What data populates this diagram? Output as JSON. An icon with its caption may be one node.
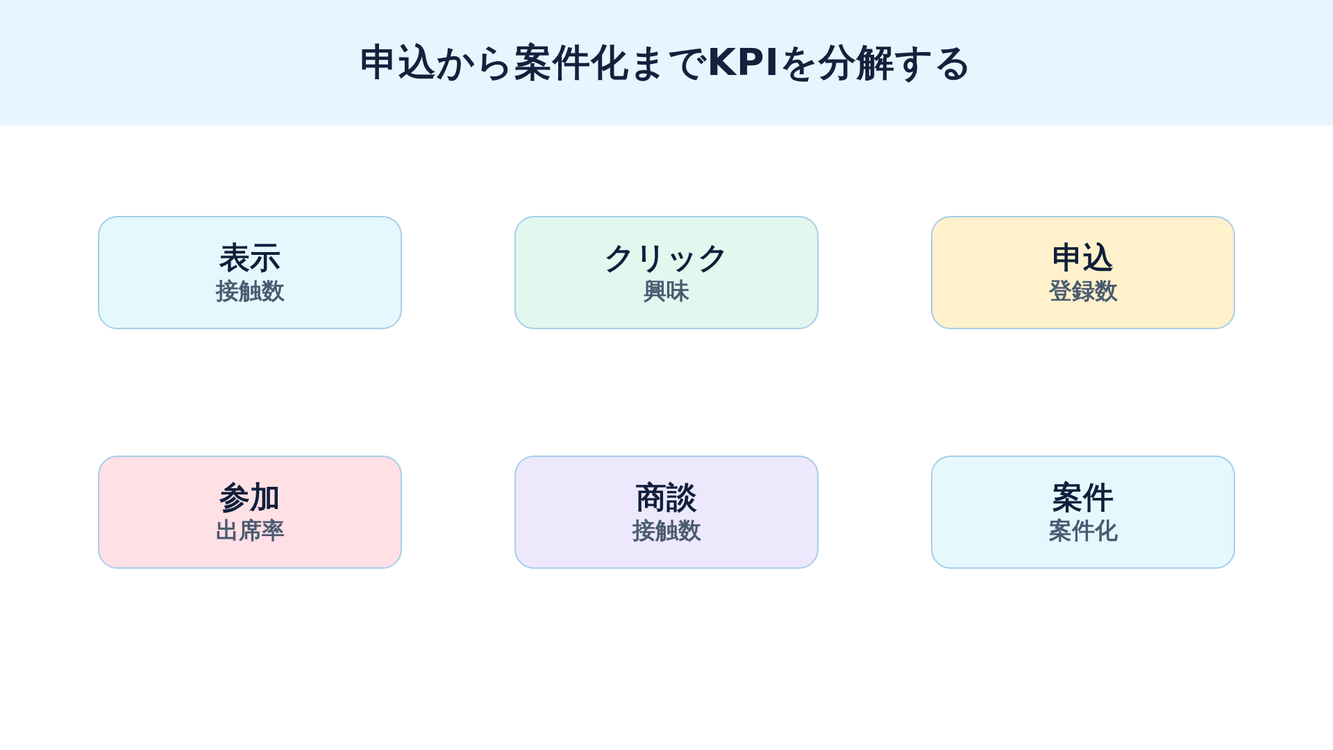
{
  "diagram": {
    "title": "申込から案件化までKPIを分解する",
    "nodes": [
      {
        "text": [
          "表示",
          "接触数"
        ]
      },
      {
        "text": [
          "クリック",
          "興味"
        ]
      },
      {
        "text": [
          "申込",
          "登録数"
        ]
      },
      {
        "text": [
          "参加",
          "出席率"
        ]
      },
      {
        "text": [
          "商談",
          "接触数"
        ]
      },
      {
        "text": [
          "案件",
          "案件化"
        ]
      }
    ]
  }
}
